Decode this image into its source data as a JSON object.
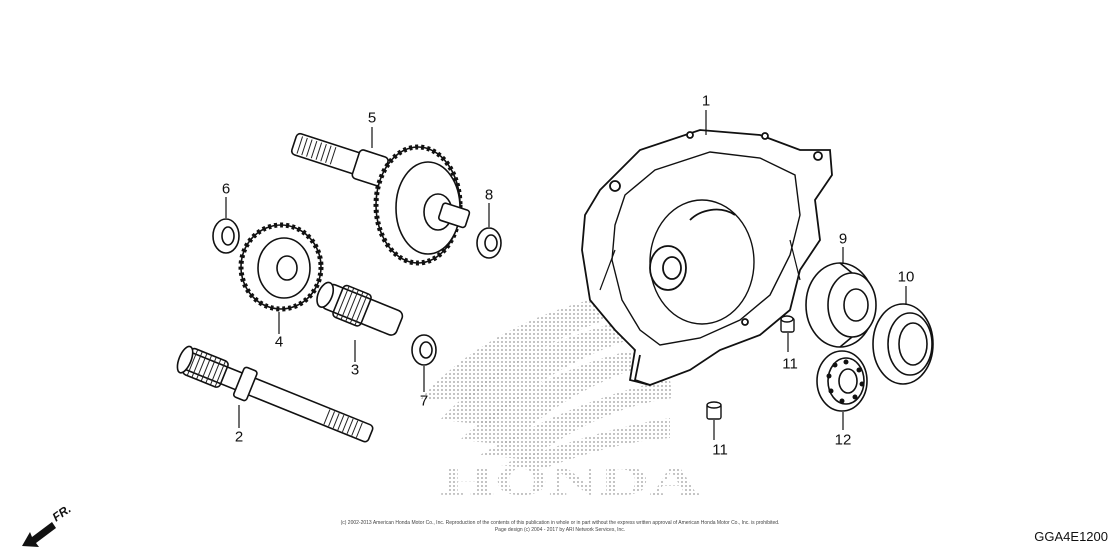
{
  "diagram": {
    "callouts": [
      {
        "id": "c1",
        "label": "1"
      },
      {
        "id": "c2",
        "label": "2"
      },
      {
        "id": "c3",
        "label": "3"
      },
      {
        "id": "c4",
        "label": "4"
      },
      {
        "id": "c5",
        "label": "5"
      },
      {
        "id": "c6",
        "label": "6"
      },
      {
        "id": "c7",
        "label": "7"
      },
      {
        "id": "c8",
        "label": "8"
      },
      {
        "id": "c9",
        "label": "9"
      },
      {
        "id": "c10",
        "label": "10"
      },
      {
        "id": "c11a",
        "label": "11"
      },
      {
        "id": "c11b",
        "label": "11"
      },
      {
        "id": "c12",
        "label": "12"
      }
    ],
    "watermark": "HONDA",
    "direction_label": "FR.",
    "copyright_line1": "(c) 2002-2013 American Honda Motor Co., Inc. Reproduction of the contents of this publication in whole or in part without the express written approval of American Honda Motor Co., Inc. is prohibited.",
    "copyright_line2": "Page design (c) 2004 - 2017 by ARI Network Services, Inc.",
    "figure_code": "GGA4E1200"
  }
}
